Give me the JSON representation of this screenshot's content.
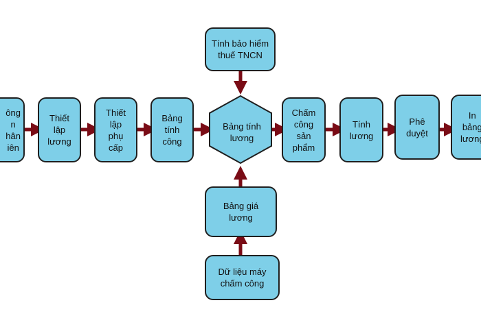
{
  "colors": {
    "box_fill": "#7ecfe8",
    "box_border": "#1f1f1f",
    "arrow": "#7a0c16"
  },
  "nodes": {
    "cham_cong_nhan_vien": "ông\nn\nhân\niên",
    "thiet_lap_luong": "Thiết\nlập\nlương",
    "thiet_lap_phu_cap": "Thiết\nlập\nphụ\ncấp",
    "bang_tinh_cong": "Bảng\ntính\ncông",
    "bang_tinh_luong": "Bảng tính\nlương",
    "tinh_bao_hiem": "Tính bảo hiểm\nthuế TNCN",
    "bang_gia_luong": "Bảng giá\nlương",
    "du_lieu_may_cham_cong": "Dữ liệu máy\nchấm công",
    "cham_cong_san_pham": "Chấm\ncông\nsản\nphẩm",
    "tinh_luong": "Tính\nlương",
    "phe_duyet": "Phê\nduyệt",
    "in_bang_luong": "In\nbảng\nlương"
  }
}
